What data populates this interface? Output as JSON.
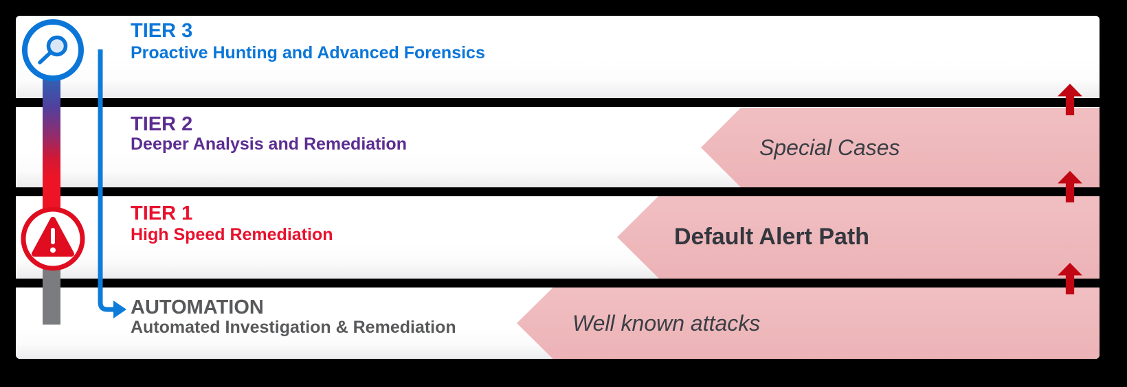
{
  "diagram": {
    "description_texts": {
      "special_cases": "Special Cases",
      "default_alert_path": "Default Alert Path",
      "well_known_attacks": "Well known attacks"
    }
  },
  "tiers": [
    {
      "id": "tier3",
      "label": "TIER 3",
      "sublabel": "Proactive Hunting and Advanced Forensics",
      "color": "#0B76D8",
      "icon": "magnifier-icon"
    },
    {
      "id": "tier2",
      "label": "TIER 2",
      "sublabel": "Deeper Analysis and Remediation",
      "color": "#5C2D91"
    },
    {
      "id": "tier1",
      "label": "TIER 1",
      "sublabel": "High Speed Remediation",
      "color": "#E8112D",
      "icon": "alert-triangle-icon"
    },
    {
      "id": "automation",
      "label": "AUTOMATION",
      "sublabel": "Automated Investigation & Remediation",
      "color": "#58595B"
    }
  ],
  "banners": [
    {
      "label": "Special Cases",
      "style": "italic",
      "row": "tier2"
    },
    {
      "label": "Default Alert Path",
      "style": "bold",
      "row": "tier1"
    },
    {
      "label": "Well known attacks",
      "style": "italic",
      "row": "automation"
    }
  ],
  "colors": {
    "background": "#000000",
    "card": "#FFFFFF",
    "divider": "#010101",
    "banner_pink": "#EFB9BC",
    "banner_text": "#3A3E45",
    "escalation_arrow_red": "#C00713",
    "path_blue": "#0D7BD8",
    "bar_gradient": [
      "#2F63B5",
      "#50419E",
      "#942B6B",
      "#ED1525",
      "#7B7C7F"
    ]
  }
}
